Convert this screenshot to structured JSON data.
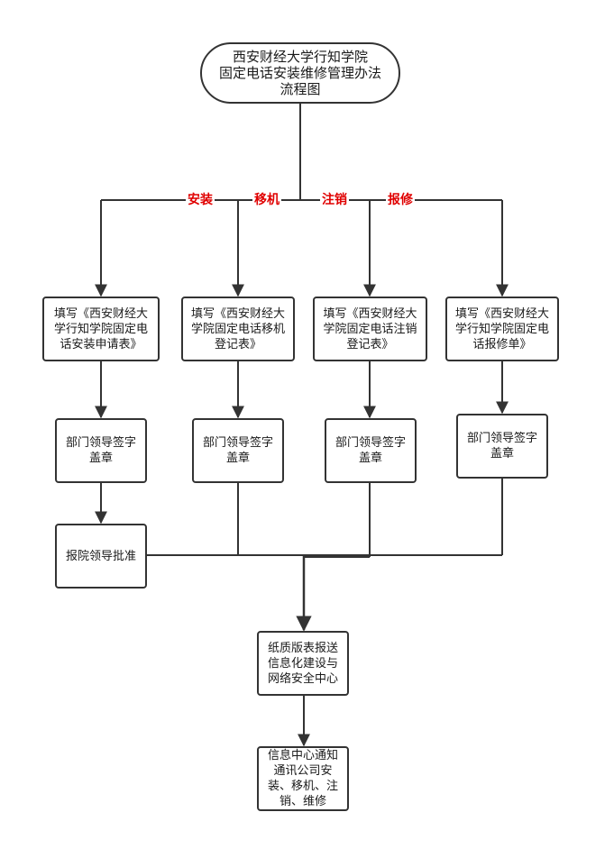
{
  "title": {
    "line1": "西安财经大学行知学院",
    "line2": "固定电话安装维修管理办法",
    "line3": "流程图"
  },
  "branches": {
    "install": "安装",
    "move": "移机",
    "cancel": "注销",
    "repair": "报修"
  },
  "forms": {
    "install": "填写《西安财经大学行知学院固定电话安装申请表》",
    "move": "填写《西安财经大学院固定电话移机登记表》",
    "cancel": "填写《西安财经大学院固定电话注销登记表》",
    "repair": "填写《西安财经大学行知学院固定电话报修单》"
  },
  "dept_sign": {
    "line1": "部门领导签字",
    "line2": "盖章"
  },
  "approve": "报院领导批准",
  "submit": "纸质版表报送信息化建设与网络安全中心",
  "notify": "信息中心通知通讯公司安装、移机、注销、维修",
  "colors": {
    "branch_label": "#e00000",
    "line": "#333333"
  }
}
